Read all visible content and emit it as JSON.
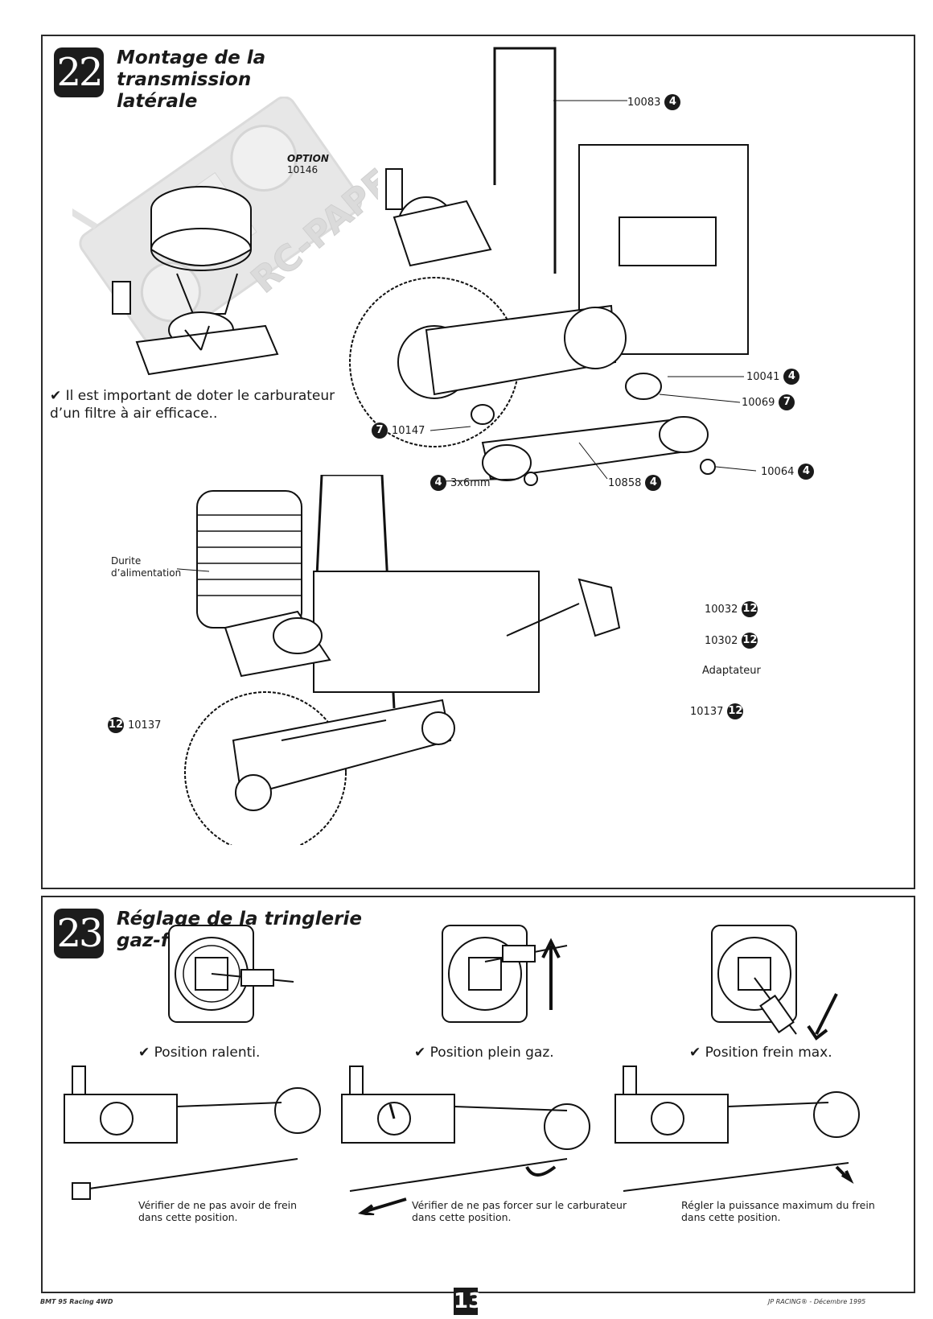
{
  "page": {
    "number": "13",
    "footer_left": "BMT 95 Racing 4WD",
    "footer_right": "JP RACING® - Décembre 1995",
    "watermark": "RC-PAPER.COM"
  },
  "step22": {
    "number": "22",
    "title_lines": [
      "Montage de la",
      "transmission",
      "latérale"
    ],
    "option_label": "OPTION",
    "option_part": "10146",
    "note_line1": "✔ Il est important de doter le carburateur",
    "note_line2": "d’un filtre à air efficace..",
    "callouts_top": [
      {
        "part": "10083",
        "qty": "4"
      },
      {
        "part": "10041",
        "qty": "4"
      },
      {
        "part": "10069",
        "qty": "7"
      },
      {
        "part": "10147",
        "qty": "7"
      },
      {
        "part": "10064",
        "qty": "4"
      },
      {
        "part": "3x6mm",
        "qty": "4"
      },
      {
        "part": "10858",
        "qty": "4"
      }
    ],
    "durite_line1": "Durite",
    "durite_line2": "d’alimentation",
    "callouts_bottom": [
      {
        "part": "10032",
        "qty": "12"
      },
      {
        "part": "10302",
        "qty": "12"
      },
      {
        "part": "Adaptateur",
        "qty": ""
      },
      {
        "part": "10137",
        "qty": "12"
      },
      {
        "part": "10137",
        "qty": "12"
      }
    ]
  },
  "step23": {
    "number": "23",
    "title_lines": [
      "Réglage de la tringlerie",
      "gaz-frein."
    ],
    "positions": [
      {
        "label": "✔ Position ralenti.",
        "caption_line1": "Vérifier de ne pas avoir de frein",
        "caption_line2": "dans cette position."
      },
      {
        "label": "✔ Position plein gaz.",
        "caption_line1": "Vérifier de ne pas forcer sur le carburateur",
        "caption_line2": "dans cette position."
      },
      {
        "label": "✔ Position frein max.",
        "caption_line1": "Régler la puissance maximum du frein",
        "caption_line2": "dans cette position."
      }
    ]
  }
}
